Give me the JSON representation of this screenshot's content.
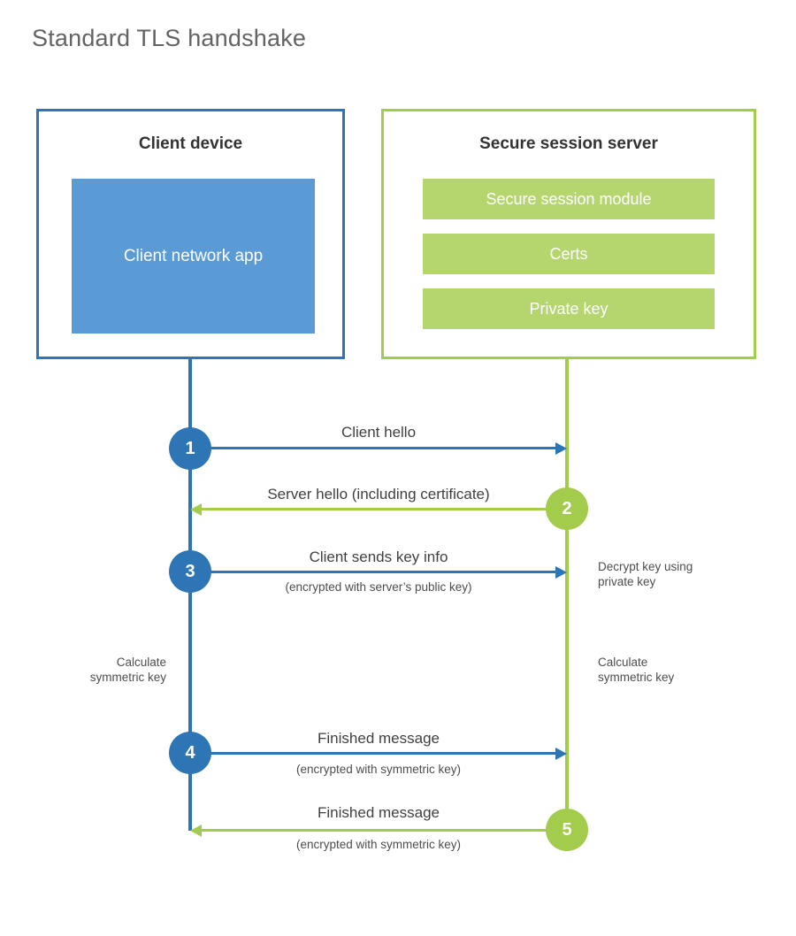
{
  "title": "Standard TLS handshake",
  "colors": {
    "blue": "#2e75b6",
    "blue_fill": "#5b9bd5",
    "green": "#a3cb4c",
    "green_fill": "#b5d66e"
  },
  "client": {
    "title": "Client device",
    "app_label": "Client network app"
  },
  "server": {
    "title": "Secure session server",
    "modules": [
      "Secure session module",
      "Certs",
      "Private key"
    ]
  },
  "steps": [
    {
      "num": "1",
      "label": "Client hello",
      "sub": "",
      "direction": "client-to-server"
    },
    {
      "num": "2",
      "label": "Server hello (including certificate)",
      "sub": "",
      "direction": "server-to-client"
    },
    {
      "num": "3",
      "label": "Client sends key info",
      "sub": "(encrypted with server’s public key)",
      "direction": "client-to-server"
    },
    {
      "num": "4",
      "label": "Finished message",
      "sub": "(encrypted with symmetric key)",
      "direction": "client-to-server"
    },
    {
      "num": "5",
      "label": "Finished message",
      "sub": "(encrypted with symmetric key)",
      "direction": "server-to-client"
    }
  ],
  "annotations": {
    "decrypt": "Decrypt key using private key",
    "calc_client": "Calculate symmetric key",
    "calc_server": "Calculate symmetric key"
  }
}
